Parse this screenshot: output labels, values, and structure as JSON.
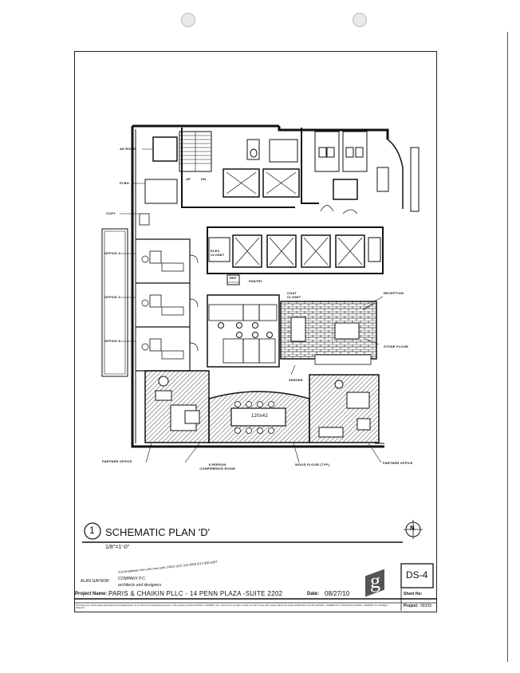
{
  "plan_labels": {
    "ae_room": "AE ROOM",
    "plbg": "PLBG",
    "copy": "COPY",
    "office1": "OFFICE 1",
    "office2": "OFFICE 2",
    "office3": "OFFICE 3",
    "elec_closet": "ELEC. CLOSET",
    "ref": "REF",
    "pantry": "PANTRY",
    "coat_closet": "COAT CLOSET",
    "reception": "RECEPTION",
    "stone_floor": "STONE FLOOR",
    "server": "SERVER",
    "table": "120x42",
    "partner_office_left": "PARTNER OFFICE",
    "conference": "8 PERSON CONFERENCE ROOM",
    "wood_floor": "WOOD FLOOR (TYP.)",
    "partner_office_right": "PARTNER OFFICE",
    "up": "UP",
    "dn": "DN"
  },
  "title_block": {
    "number": "1",
    "plan_title": "SCHEMATIC PLAN 'D'",
    "scale": "1/8\"=1'-0\"",
    "firm_name_left": "ALAN GAYNOR",
    "firm_name_right": "COMPANY P.C.",
    "firm_address": "434 broadway new york new york 10013 t212 334 0000 f212 968 6357",
    "firm_tagline": "architects and designers",
    "logo_letter": "g",
    "sheet": "DS-4",
    "sheet_label": "Sheet No:",
    "project_name_label": "Project Name:",
    "project_name": "PARIS & CHAIKIN PLLC - 14 PENN PLAZA -SUITE 2202",
    "date_label": "Date:",
    "date": "08/27/10",
    "project_no_label": "Project:",
    "project_no": "09339",
    "disclaimer": "This document, and the ideas and designs incorporated herein, as an instrument of professional service, is the property of ALAN GAYNOR + COMPANY, P.C., and is not to be used in whole or in part, for any other project without the written authorization of ALAN GAYNOR + COMPANY P.C. 2010 ALAN GAYNOR + COMPANY, P.C. All Rights Reserved"
  },
  "north_arrow": "N"
}
